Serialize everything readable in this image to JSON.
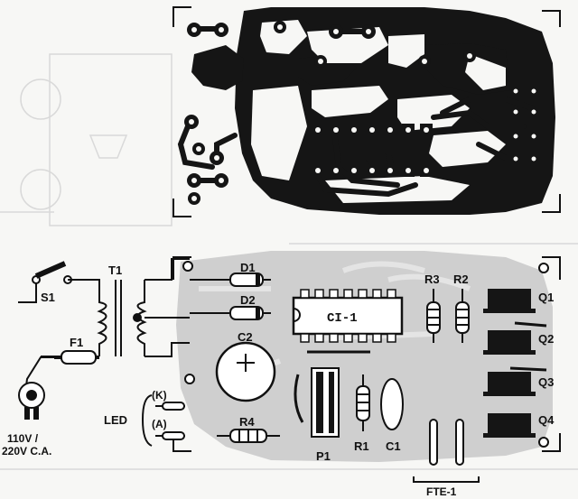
{
  "top_board": {
    "description_visible": false
  },
  "bottom_board": {
    "chip_label": "CI-1",
    "components": {
      "s1": "S1",
      "t1": "T1",
      "f1": "F1",
      "d1": "D1",
      "d2": "D2",
      "c2": "C2",
      "r3": "R3",
      "r2": "R2",
      "q1": "Q1",
      "q2": "Q2",
      "q3": "Q3",
      "q4": "Q4",
      "r4": "R4",
      "r1": "R1",
      "c1": "C1",
      "p1": "P1"
    },
    "led_label": "LED",
    "led_k": "(K)",
    "led_a": "(A)",
    "mains_line1": "110V /",
    "mains_line2": "220V C.A.",
    "fte_label": "FTE-1"
  }
}
